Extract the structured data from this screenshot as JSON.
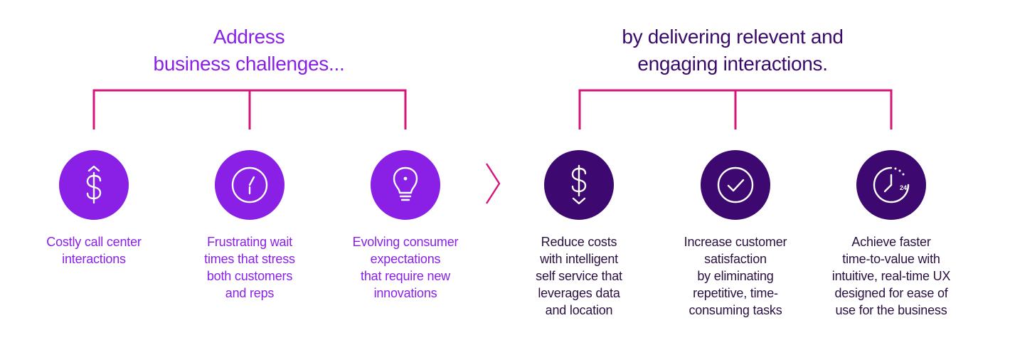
{
  "left_heading": {
    "line1": "Address",
    "line2": "business challenges..."
  },
  "right_heading": {
    "line1": "by delivering relevent and",
    "line2": "engaging interactions."
  },
  "colors": {
    "left_accent": "#8a1fe6",
    "right_accent": "#3d0870",
    "bracket": "#d6157a"
  },
  "challenges": [
    {
      "icon": "dollar-up-icon",
      "lines": [
        "Costly call center",
        "interactions"
      ]
    },
    {
      "icon": "clock-icon",
      "lines": [
        "Frustrating wait",
        "times that stress",
        "both customers",
        "and reps"
      ]
    },
    {
      "icon": "lightbulb-icon",
      "lines": [
        "Evolving consumer",
        "expectations",
        "that require new",
        "innovations"
      ]
    }
  ],
  "solutions": [
    {
      "icon": "dollar-down-icon",
      "lines": [
        "Reduce costs",
        "with intelligent",
        "self service that",
        "leverages data",
        "and location"
      ]
    },
    {
      "icon": "checkmark-icon",
      "lines": [
        "Increase customer",
        "satisfaction",
        "by eliminating",
        "repetitive, time-",
        "consuming tasks"
      ]
    },
    {
      "icon": "clock-24-icon",
      "badge": "24",
      "lines": [
        "Achieve faster",
        "time-to-value with",
        "intuitive, real-time UX",
        "designed for ease of",
        "use for the business"
      ]
    }
  ]
}
